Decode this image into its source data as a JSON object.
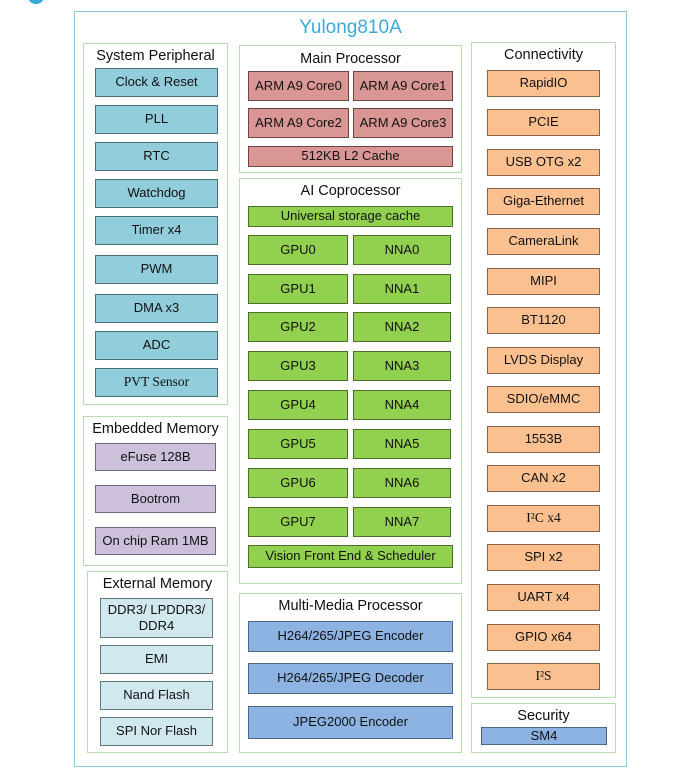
{
  "chip": {
    "title": "Yulong810A"
  },
  "system_peripheral": {
    "title": "System Peripheral",
    "items": [
      "Clock & Reset",
      "PLL",
      "RTC",
      "Watchdog",
      "Timer x4",
      "PWM",
      "DMA x3",
      "ADC",
      "PVT Sensor"
    ]
  },
  "embedded_memory": {
    "title": "Embedded Memory",
    "items": [
      "eFuse 128B",
      "Bootrom",
      "On chip Ram 1MB"
    ]
  },
  "external_memory": {
    "title": "External Memory",
    "items": [
      "DDR3/ LPDDR3/ DDR4",
      "EMI",
      "Nand Flash",
      "SPI Nor Flash"
    ]
  },
  "main_processor": {
    "title": "Main Processor",
    "cores": [
      "ARM A9 Core0",
      "ARM A9 Core1",
      "ARM A9 Core2",
      "ARM A9 Core3"
    ],
    "cache": "512KB L2 Cache"
  },
  "ai_coprocessor": {
    "title": "AI Coprocessor",
    "storage_cache": "Universal storage cache",
    "gpus": [
      "GPU0",
      "GPU1",
      "GPU2",
      "GPU3",
      "GPU4",
      "GPU5",
      "GPU6",
      "GPU7"
    ],
    "nnas": [
      "NNA0",
      "NNA1",
      "NNA2",
      "NNA3",
      "NNA4",
      "NNA5",
      "NNA6",
      "NNA7"
    ],
    "scheduler": "Vision Front End & Scheduler"
  },
  "multimedia_processor": {
    "title": "Multi-Media Processor",
    "items": [
      "H264/265/JPEG Encoder",
      "H264/265/JPEG Decoder",
      "JPEG2000 Encoder"
    ]
  },
  "connectivity": {
    "title": "Connectivity",
    "items": [
      "RapidIO",
      "PCIE",
      "USB OTG x2",
      "Giga-Ethernet",
      "CameraLink",
      "MIPI",
      "BT1120",
      "LVDS Display",
      "SDIO/eMMC",
      "1553B",
      "CAN x2",
      "I²C x4",
      "SPI x2",
      "UART x4",
      "GPIO x64",
      "I²S"
    ]
  },
  "security": {
    "title": "Security",
    "items": [
      "SM4"
    ]
  }
}
